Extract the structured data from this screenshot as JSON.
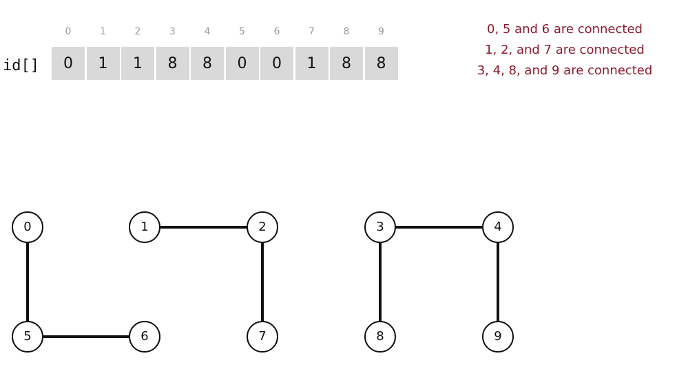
{
  "array": {
    "name": "id[]",
    "indices": [
      "0",
      "1",
      "2",
      "3",
      "4",
      "5",
      "6",
      "7",
      "8",
      "9"
    ],
    "values": [
      "0",
      "1",
      "1",
      "8",
      "8",
      "0",
      "0",
      "1",
      "8",
      "8"
    ]
  },
  "notes": [
    "0, 5 and 6 are connected",
    "1, 2, and 7 are connected",
    "3, 4, 8, and 9 are connected"
  ],
  "graph": {
    "nodes": [
      "0",
      "1",
      "2",
      "3",
      "4",
      "5",
      "6",
      "7",
      "8",
      "9"
    ],
    "edges": [
      [
        "0",
        "5"
      ],
      [
        "5",
        "6"
      ],
      [
        "1",
        "2"
      ],
      [
        "2",
        "7"
      ],
      [
        "3",
        "4"
      ],
      [
        "3",
        "8"
      ],
      [
        "4",
        "9"
      ]
    ]
  },
  "colors": {
    "note_text": "#8b1a2e",
    "cell_fill": "#d9d9d9"
  }
}
